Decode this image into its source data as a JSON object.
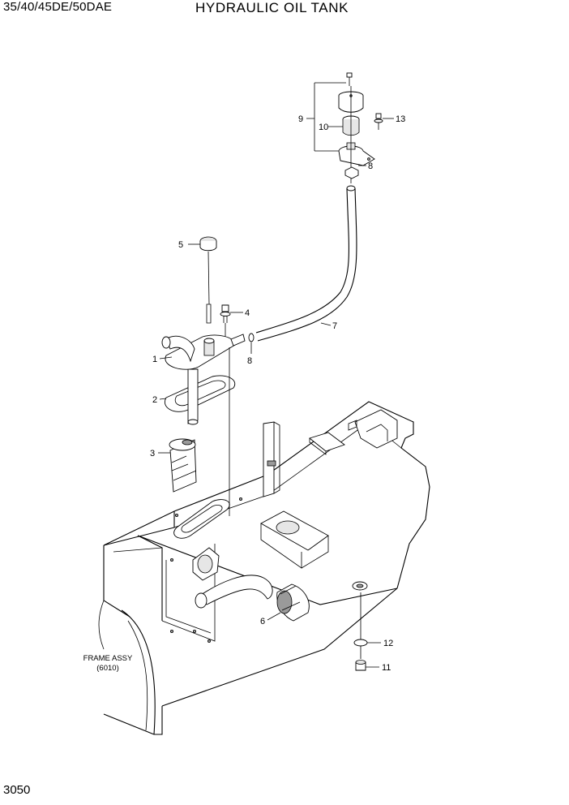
{
  "header": {
    "model": "35/40/45DE/50DAE",
    "title": "HYDRAULIC OIL TANK"
  },
  "footer": {
    "page_number": "3050"
  },
  "frame_label": {
    "line1": "FRAME ASSY",
    "line2": "(6010)"
  },
  "callouts": [
    "1",
    "2",
    "3",
    "4",
    "5",
    "6",
    "7",
    "8",
    "8",
    "9",
    "10",
    "11",
    "12",
    "13"
  ]
}
